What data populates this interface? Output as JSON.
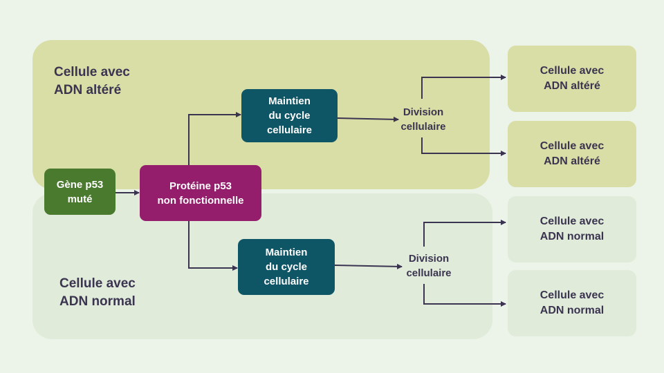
{
  "regions": {
    "top_label": "Cellule avec\nADN altéré",
    "bottom_label": "Cellule avec\nADN normal"
  },
  "nodes": {
    "gene": "Gène p53\nmuté",
    "protein": "Protéine p53\nnon fonctionnelle",
    "maintenance_top": "Maintien\ndu cycle\ncellulaire",
    "maintenance_bottom": "Maintien\ndu cycle\ncellulaire",
    "division_top": "Division\ncellulaire",
    "division_bottom": "Division\ncellulaire"
  },
  "results": [
    "Cellule avec\nADN altéré",
    "Cellule avec\nADN altéré",
    "Cellule avec\nADN normal",
    "Cellule avec\nADN normal"
  ],
  "colors": {
    "background": "#ecf3e8",
    "altered_region": "#d8dea6",
    "normal_region": "#e0ebd9",
    "gene": "#4a7a2e",
    "protein": "#941d6c",
    "maintenance": "#0e5566",
    "arrow": "#3a3450"
  }
}
